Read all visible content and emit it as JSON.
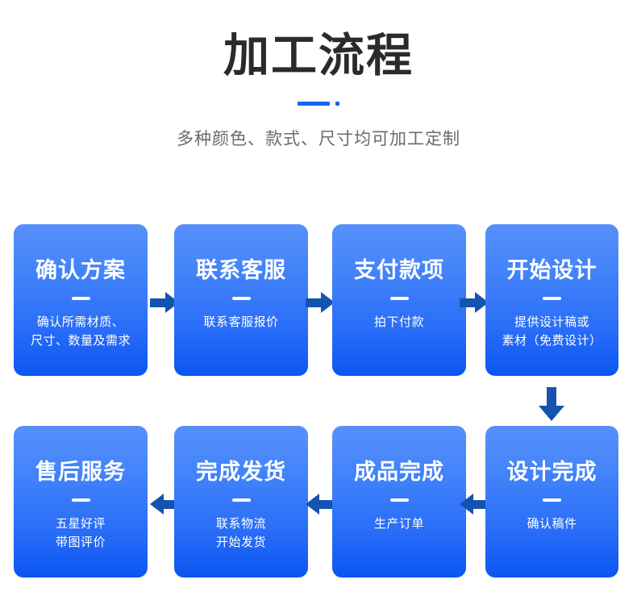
{
  "header": {
    "title": "加工流程",
    "subtitle": "多种颜色、款式、尺寸均可加工定制",
    "divider_color": "#1565ef"
  },
  "theme": {
    "card_gradient_top": "#5790fb",
    "card_gradient_bottom": "#0b55f2",
    "arrow_color": "#1553b0",
    "title_color": "#2b2b2b",
    "subtitle_color": "#6b6b6b"
  },
  "flow": {
    "row1": {
      "direction": "left-to-right",
      "steps": [
        {
          "title": "确认方案",
          "desc_lines": [
            "确认所需材质、",
            "尺寸、数量及需求"
          ]
        },
        {
          "title": "联系客服",
          "desc_lines": [
            "联系客服报价"
          ]
        },
        {
          "title": "支付款项",
          "desc_lines": [
            "拍下付款"
          ]
        },
        {
          "title": "开始设计",
          "desc_lines": [
            "提供设计稿或",
            "素材（免费设计）"
          ]
        }
      ],
      "arrows": [
        "arrow-right-icon",
        "arrow-right-icon",
        "arrow-right-icon"
      ]
    },
    "connector": {
      "icon": "arrow-down-icon"
    },
    "row2": {
      "direction": "right-to-left",
      "steps": [
        {
          "title": "售后服务",
          "desc_lines": [
            "五星好评",
            "带图评价"
          ]
        },
        {
          "title": "完成发货",
          "desc_lines": [
            "联系物流",
            "开始发货"
          ]
        },
        {
          "title": "成品完成",
          "desc_lines": [
            "生产订单"
          ]
        },
        {
          "title": "设计完成",
          "desc_lines": [
            "确认稿件"
          ]
        }
      ],
      "arrows": [
        "arrow-left-icon",
        "arrow-left-icon",
        "arrow-left-icon"
      ]
    }
  }
}
